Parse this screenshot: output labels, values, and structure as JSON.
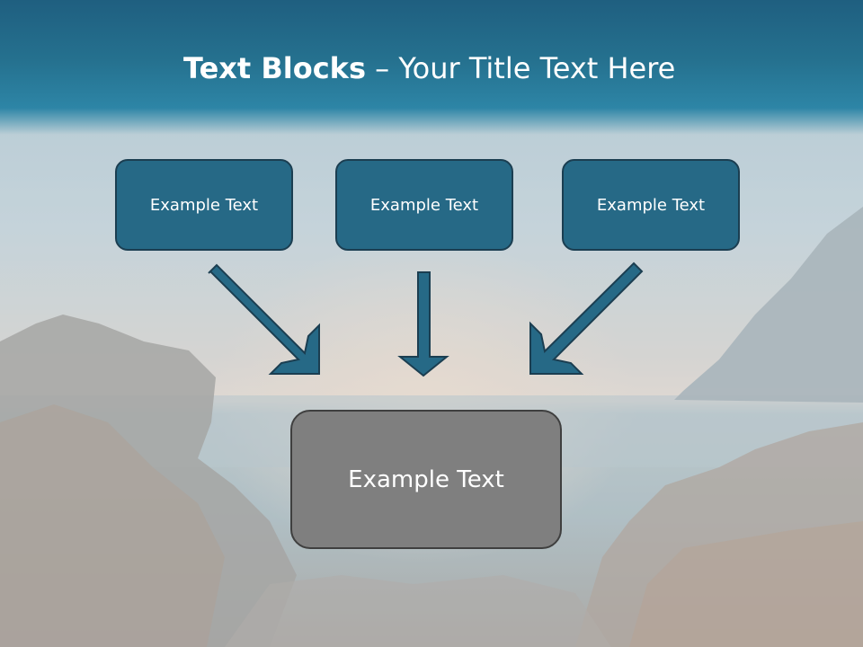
{
  "slide": {
    "title_bold": "Text Blocks",
    "title_dash": " – ",
    "title_rest": "Your Title Text Here",
    "boxes": [
      {
        "label": "Example Text"
      },
      {
        "label": "Example Text"
      },
      {
        "label": "Example Text"
      }
    ],
    "main_box": {
      "label": "Example Text"
    }
  },
  "colors": {
    "title_band": "#25718f",
    "box_fill": "#266986",
    "box_border": "#1b3e51",
    "arrow_fill": "#266986",
    "main_box_fill": "#7f7f7f",
    "main_box_border": "#3f3f3f",
    "text": "#ffffff"
  }
}
